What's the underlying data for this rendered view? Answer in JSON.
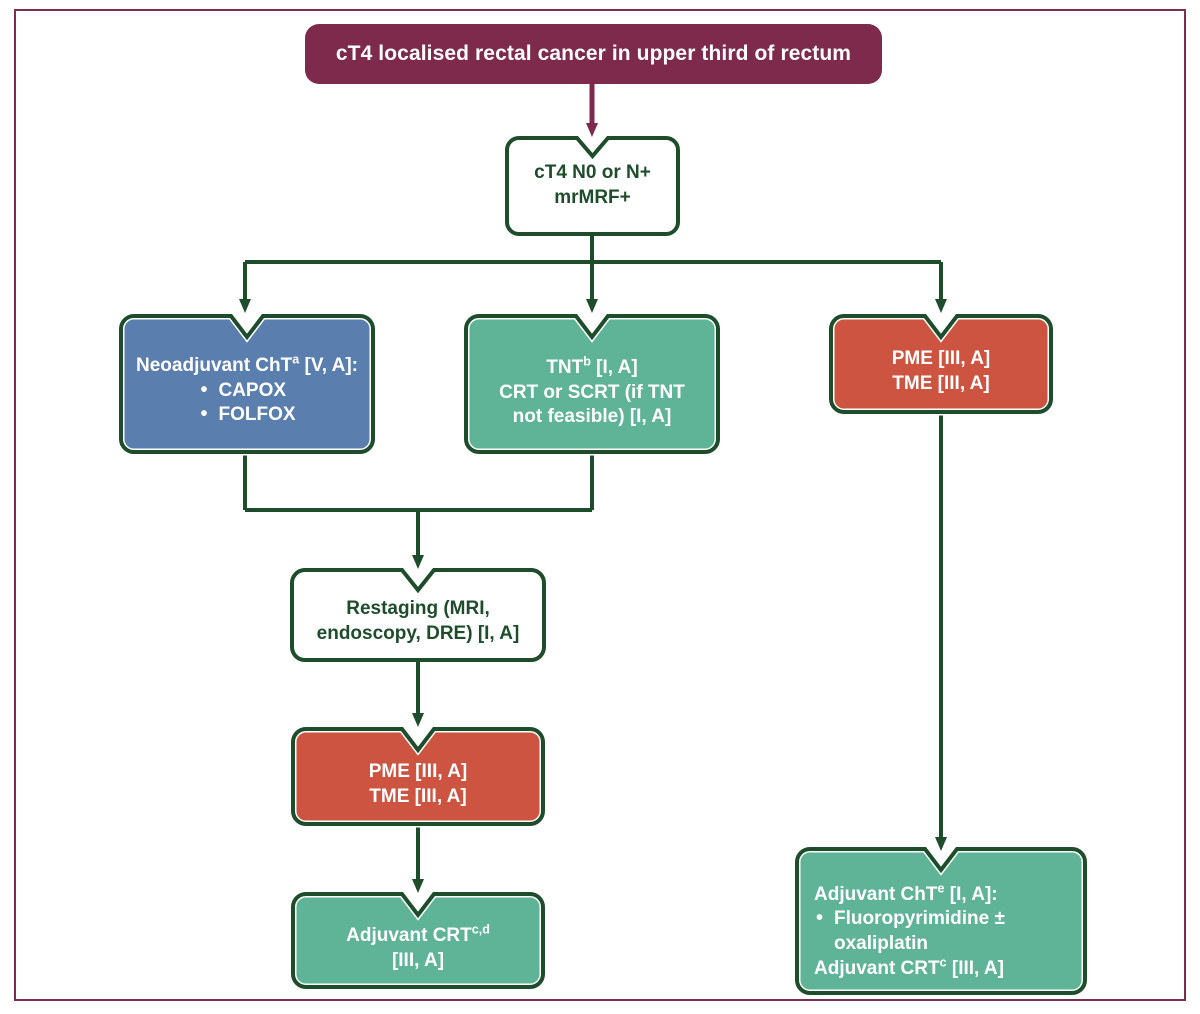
{
  "diagram": {
    "title": "cT4 localised rectal cancer in upper third of rectum",
    "frame_color": "#7b2d52",
    "colors": {
      "banner": "#7d2a4d",
      "blue": "#5a7fae",
      "green": "#5fb396",
      "orange": "#cc5440",
      "outline": "#1e4d2b",
      "white": "#ffffff"
    },
    "nodes": {
      "title_banner": {
        "text": "cT4 localised rectal cancer in upper third of rectum",
        "style": "banner"
      },
      "stage": {
        "line1": "cT4 N0 or N+",
        "line2": "mrMRF+",
        "style": "white-outline"
      },
      "neoadjuvant_cht": {
        "lead": "Neoadjuvant ChT",
        "lead_sup": "a",
        "lead_tail": " [V, A]:",
        "bullets": [
          "CAPOX",
          "FOLFOX"
        ],
        "style": "blue"
      },
      "tnt": {
        "line1": "TNT",
        "line1_sup": "b",
        "line1_tail": " [I, A]",
        "line2": "CRT or SCRT (if TNT",
        "line3": "not feasible) [I, A]",
        "style": "green"
      },
      "pme_tme_right": {
        "line1": "PME [III, A]",
        "line2": "TME [III, A]",
        "style": "orange"
      },
      "restaging": {
        "line1": "Restaging (MRI,",
        "line2": "endoscopy, DRE) [I, A]",
        "style": "white-outline"
      },
      "pme_tme_mid": {
        "line1": "PME [III, A]",
        "line2": "TME [III, A]",
        "style": "orange"
      },
      "adjuvant_crt": {
        "line1": "Adjuvant CRT",
        "line1_sup": "c,d",
        "line2": "[III, A]",
        "style": "green"
      },
      "adjuvant_cht": {
        "lead": "Adjuvant ChT",
        "lead_sup": "e",
        "lead_tail": " [I, A]:",
        "bullets": [
          "Fluoropyrimidine ± oxaliplatin"
        ],
        "tail": "Adjuvant CRT",
        "tail_sup": "c",
        "tail_tail": " [III, A]",
        "style": "green"
      }
    }
  }
}
